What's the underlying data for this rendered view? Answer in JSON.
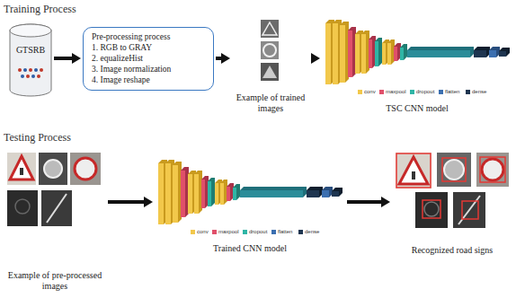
{
  "diagram": {
    "nodes": [
      {
        "text": [
          "GTSRB"
        ]
      },
      {
        "text": [
          "Pre-processing process",
          "1. RGB to GRAY",
          "2. equalizeHist",
          "3. Image normalization",
          "4. Image reshape"
        ]
      },
      {
        "text": [
          "Example of trained images"
        ]
      },
      {
        "text": [
          "TSC CNN model"
        ]
      },
      {
        "text": [
          "Example of pre-processed images"
        ]
      },
      {
        "text": [
          "Trained CNN model"
        ]
      },
      {
        "text": [
          "Recognized road signs"
        ]
      }
    ],
    "edges": [
      {
        "from": 0,
        "to": 1,
        "arrow": "to"
      },
      {
        "from": 1,
        "to": 2,
        "arrow": "to"
      },
      {
        "from": 2,
        "to": 3,
        "arrow": "to"
      },
      {
        "from": 4,
        "to": 5,
        "arrow": "to"
      },
      {
        "from": 5,
        "to": 6,
        "arrow": "to"
      }
    ],
    "labels": [
      "Training Process",
      "Testing Process"
    ],
    "legend": [
      {
        "text": "conv",
        "color": "#f2c84b"
      },
      {
        "text": "maxpool",
        "color": "#e0506a"
      },
      {
        "text": "dropout",
        "color": "#2fb5a5"
      },
      {
        "text": "flatten",
        "color": "#3b6fb0"
      },
      {
        "text": "dense",
        "color": "#1e3550"
      },
      {
        "text": "conv",
        "color": "#f2c84b"
      },
      {
        "text": "maxpool",
        "color": "#e0506a"
      },
      {
        "text": "dropout",
        "color": "#2fb5a5"
      },
      {
        "text": "flatten",
        "color": "#3b6fb0"
      },
      {
        "text": "dense",
        "color": "#1e3550"
      }
    ]
  }
}
